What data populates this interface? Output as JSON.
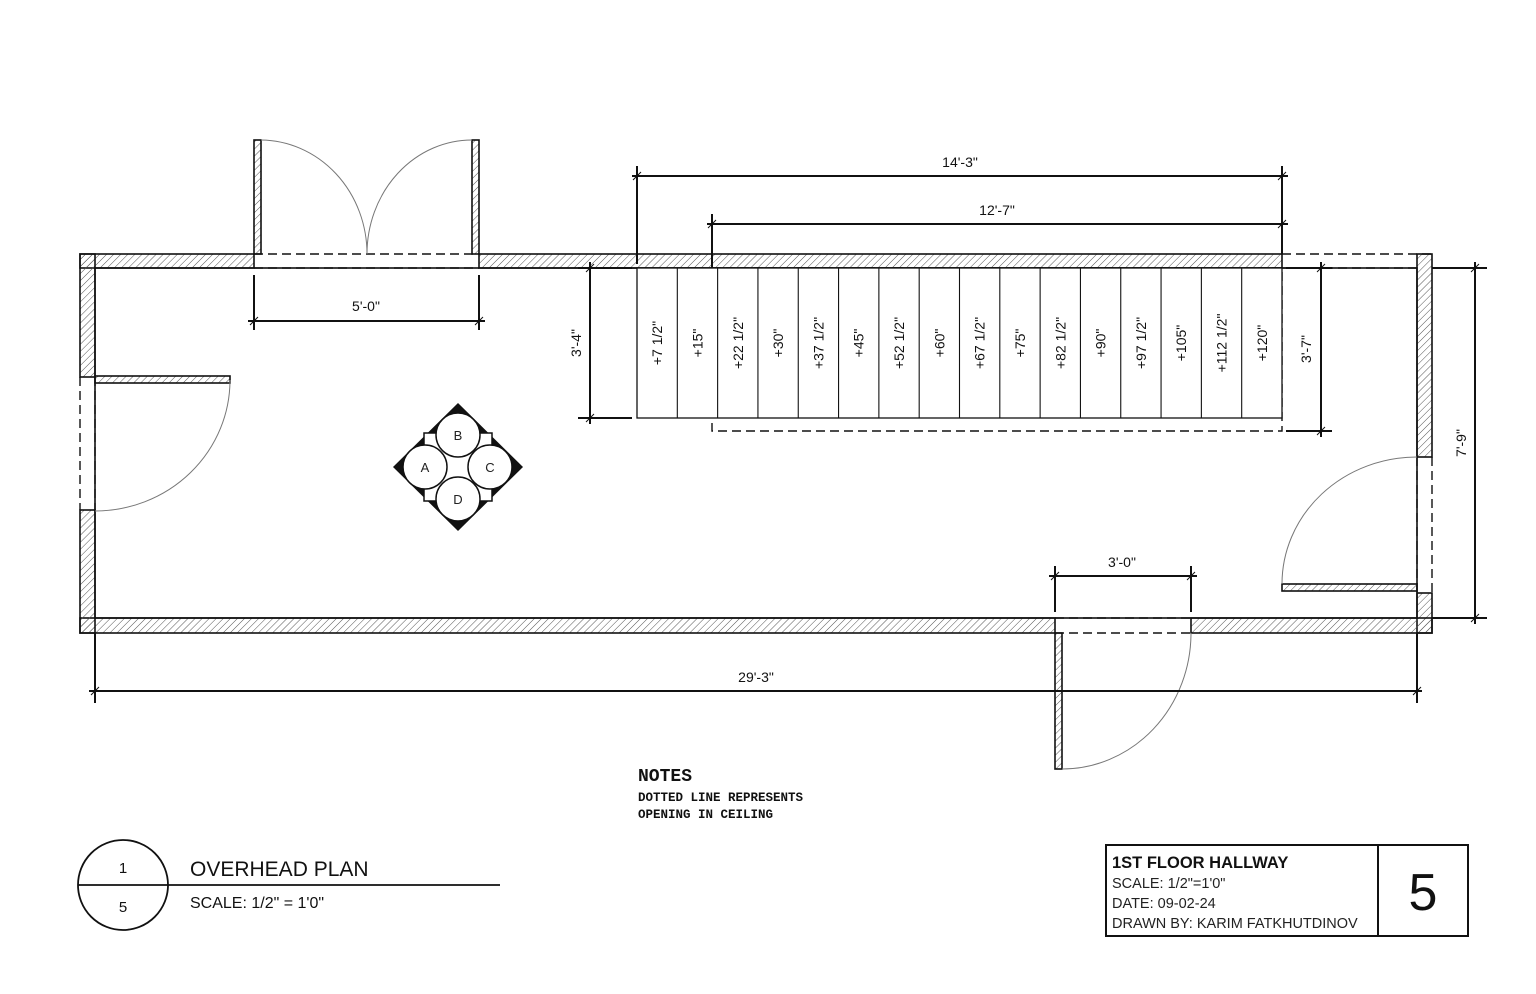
{
  "drawing": {
    "title": "OVERHEAD PLAN",
    "scale": "SCALE: 1/2\" = 1'0\"",
    "bubble": {
      "detail_number": "1",
      "sheet_number": "5"
    }
  },
  "dimensions": {
    "overall_length": "29'-3\"",
    "overall_width": "7'-9\"",
    "double_door_opening": "5'-0\"",
    "single_door_opening": "3'-0\"",
    "stair_run_total": "14'-3\"",
    "ceiling_opening_length": "12'-7\"",
    "stair_width_left": "3'-4\"",
    "ceiling_opening_width": "3'-7\""
  },
  "stair_treads": [
    "+7 1/2\"",
    "+15\"",
    "+22 1/2\"",
    "+30\"",
    "+37 1/2\"",
    "+45\"",
    "+52 1/2\"",
    "+60\"",
    "+67 1/2\"",
    "+75\"",
    "+82 1/2\"",
    "+90\"",
    "+97 1/2\"",
    "+105\"",
    "+112 1/2\"",
    "+120\""
  ],
  "fixture": {
    "labels": [
      "A",
      "B",
      "C",
      "D"
    ]
  },
  "notes": {
    "heading": "NOTES",
    "lines": [
      "DOTTED LINE REPRESENTS",
      "OPENING IN CEILING"
    ]
  },
  "title_block": {
    "name": "1ST FLOOR HALLWAY",
    "scale": "SCALE: 1/2\"=1'0\"",
    "date": "DATE: 09-02-24",
    "drawn_by": "DRAWN BY: KARIM FATKHUTDINOV",
    "sheet": "5"
  },
  "colors": {
    "line": "#111111",
    "hatch": "#444444",
    "background": "#ffffff"
  }
}
